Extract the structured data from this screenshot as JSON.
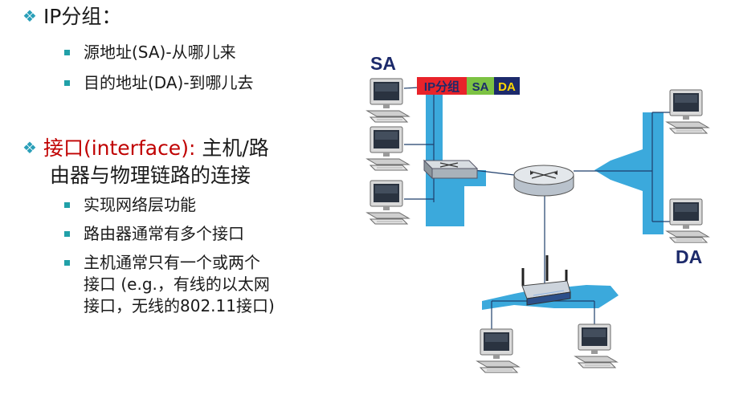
{
  "bullets": {
    "ip_packet": "IP分组：",
    "source_addr": "源地址(SA)-从哪儿来",
    "dest_addr": "目的地址(DA)-到哪儿去",
    "interface_term": "接口(interface):",
    "interface_desc_1": " 主机/路",
    "interface_desc_2": "由器与物理链路的连接",
    "sub1": "实现网络层功能",
    "sub2": "路由器通常有多个接口",
    "sub3_line1": "主机通常只有一个或两个",
    "sub3_line2": "接口 (e.g.，有线的以太网",
    "sub3_line3": "接口，无线的802.11接口)"
  },
  "diagram": {
    "sa_label": "SA",
    "da_label": "DA",
    "packet": {
      "ip": "IP分组",
      "sa": "SA",
      "da": "DA"
    }
  },
  "colors": {
    "network_blue": "#3ba9dc",
    "packet_red": "#e8232a",
    "packet_green": "#7cc243",
    "packet_navy": "#1c2a6b",
    "packet_da_text": "#ffd700",
    "bullet_teal": "#21a0a8",
    "highlight_red": "#c00000"
  }
}
